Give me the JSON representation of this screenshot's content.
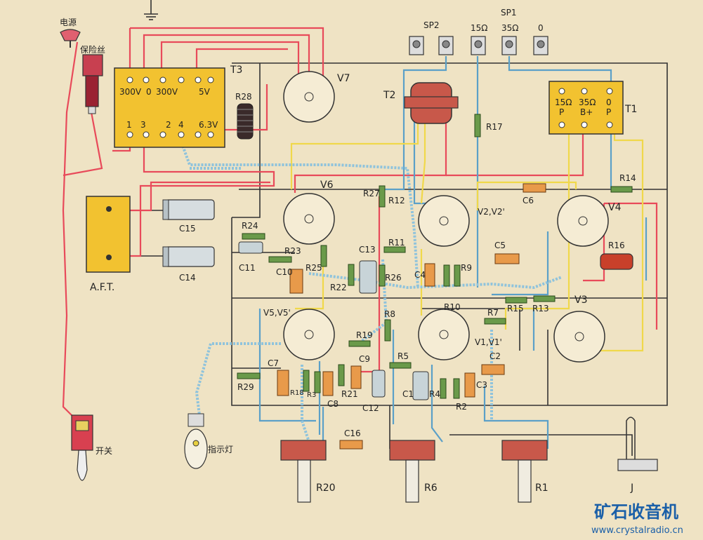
{
  "labels": {
    "power": "电源",
    "fuse": "保险丝",
    "switch": "开关",
    "indicator_lamp": "指示灯",
    "aft": "A.F.T.",
    "t3": "T3",
    "t2": "T2",
    "t1": "T1",
    "v7": "V7",
    "v6": "V6",
    "v4": "V4",
    "v3": "V3",
    "v2": "V2,V2'",
    "v1": "V1,V1'",
    "v5": "V5,V5'",
    "j": "J",
    "r1": "R1",
    "r6": "R6",
    "r20": "R20",
    "r28": "R28",
    "r27": "R27",
    "r12": "R12",
    "r17": "R17",
    "r14": "R14",
    "r16": "R16",
    "r24": "R24",
    "r23": "R23",
    "r25": "R25",
    "r22": "R22",
    "r26": "R26",
    "r11": "R11",
    "r9": "R9",
    "r10": "R10",
    "r7": "R7",
    "r15": "R15",
    "r13": "R13",
    "r8": "R8",
    "r19": "R19",
    "r5": "R5",
    "r29": "R29",
    "r18": "R18",
    "r3": "R3",
    "r21": "R21",
    "r4": "R4",
    "r2": "R2",
    "c15": "C15",
    "c14": "C14",
    "c11": "C11",
    "c10": "C10",
    "c13": "C13",
    "c6": "C6",
    "c5": "C5",
    "c4": "C4",
    "c7": "C7",
    "c8": "C8",
    "c9": "C9",
    "c12": "C12",
    "c1": "C1",
    "c2": "C2",
    "c3": "C3",
    "c16": "C16",
    "sp2": "SP2",
    "sp1": "SP1",
    "tap_15": "15Ω",
    "tap_35": "35Ω",
    "tap_0": "0"
  },
  "t3_taps": [
    "300V",
    "0",
    "300V",
    "5V",
    "1",
    "3",
    "2",
    "4",
    "6.3V"
  ],
  "t1_taps": [
    "15Ω",
    "35Ω",
    "0",
    "P",
    "B+",
    "P"
  ],
  "watermark": {
    "title": "矿石收音机",
    "url": "www.crystalradio.cn"
  },
  "colors": {
    "red": "#e84a5a",
    "blue": "#5ba0c8",
    "yellow": "#f0d84a",
    "black": "#333333",
    "transformer": "#f2c230"
  }
}
